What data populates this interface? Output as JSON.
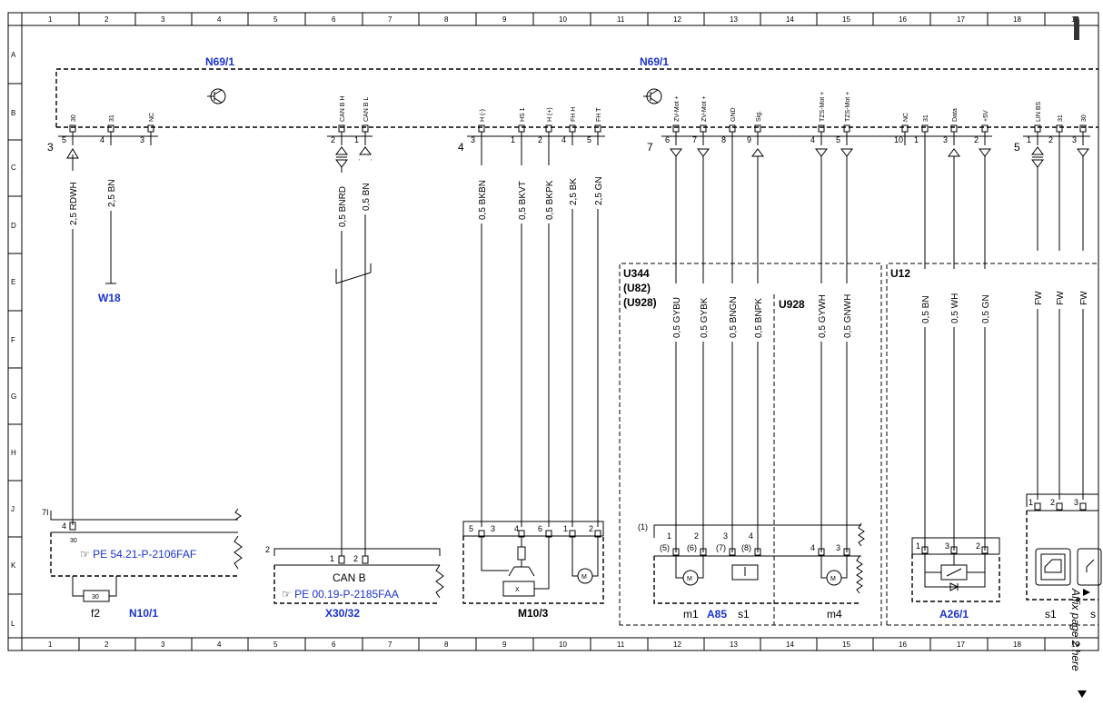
{
  "grid": {
    "columns": [
      "1",
      "2",
      "3",
      "4",
      "5",
      "6",
      "7",
      "8",
      "9",
      "10",
      "11",
      "12",
      "13",
      "14",
      "15",
      "16",
      "17",
      "18",
      "19"
    ],
    "rows": [
      "A",
      "B",
      "C",
      "D",
      "E",
      "F",
      "G",
      "H",
      "J",
      "K",
      "L"
    ]
  },
  "module": {
    "label_left": "N69/1",
    "label_right": "N69/1",
    "conn3_num": "3",
    "conn4_num": "4",
    "conn7_num": "7",
    "conn5_num": "5"
  },
  "connector3": {
    "signals": [
      "30",
      "31",
      "NC"
    ],
    "pins": [
      "5",
      "4",
      "3"
    ]
  },
  "can_pins": {
    "signals": [
      "CAN B H",
      "CAN B L"
    ],
    "pins": [
      "2",
      "1"
    ]
  },
  "connector4": {
    "signals": [
      "H (-)",
      "HS 1",
      "H (+)",
      "FH H",
      "FH T"
    ],
    "pins": [
      "3",
      "1",
      "2",
      "4",
      "5"
    ]
  },
  "connector7": {
    "signals": [
      "ZV-Mot +",
      "ZV-Mot +",
      "GND",
      "Sig.",
      "TZS-Mot +",
      "TZS-Mot +",
      "NC",
      "31",
      "Data",
      "+5V"
    ],
    "pins": [
      "6",
      "7",
      "8",
      "9",
      "4",
      "5",
      "10",
      "1",
      "3",
      "2"
    ]
  },
  "connector5": {
    "signals": [
      "LIN BS",
      "31",
      "30"
    ],
    "pins": [
      "1",
      "2",
      "3"
    ]
  },
  "wires": {
    "w1": "2,5 RDWH",
    "w2": "2,5 BN",
    "w3": "0,5 BNRD",
    "w4": "0,5 BN",
    "w5": "0,5 BKBN",
    "w6": "0,5 BKVT",
    "w7": "0,5 BKPK",
    "w8": "2,5 BK",
    "w9": "2,5 GN",
    "w10": "0,5 GYBU",
    "w11": "0,5 GYBK",
    "w12": "0,5 BNGN",
    "w13": "0,5 BNPK",
    "w14": "0,5 GYWH",
    "w15": "0,5 GNWH",
    "w16": "0,5 BN",
    "w17": "0,5 WH",
    "w18": "0,5 GN",
    "w19": "FW",
    "w20": "FW",
    "w21": "FW"
  },
  "w18_label": "W18",
  "u344": {
    "line1": "U344",
    "line2": "(U82)",
    "line3": "(U928)"
  },
  "u928": "U928",
  "u12": "U12",
  "n10": {
    "conn": "7I",
    "pin": "4",
    "pin_sig": "30",
    "ref": "PE 54.21-P-2106FAF",
    "fuse": "30",
    "fuse_label": "f2",
    "label": "N10/1"
  },
  "x30": {
    "conn": "2",
    "pins": [
      "1",
      "2"
    ],
    "title": "CAN B",
    "ref": "PE 00.19-P-2185FAA",
    "label": "X30/32"
  },
  "m10": {
    "pins": [
      "5",
      "3",
      "4",
      "6",
      "1",
      "2"
    ],
    "x_mark": "X",
    "motor": "M",
    "label": "M10/3"
  },
  "a85": {
    "conn": "(1)",
    "pins": [
      "1",
      "2",
      "3",
      "4"
    ],
    "pins_alt": [
      "(5)",
      "(6)",
      "(7)",
      "(8)"
    ],
    "m4_pins": [
      "4",
      "3"
    ],
    "motor": "M",
    "m1": "m1",
    "label": "A85",
    "s1": "s1",
    "m4": "m4"
  },
  "a26": {
    "pins": [
      "1",
      "3",
      "2"
    ],
    "label": "A26/1"
  },
  "right_conn": {
    "pins": [
      "1",
      "2",
      "3"
    ],
    "s1": "s1",
    "s_cut": "s"
  },
  "affix": "Affix page 2 here"
}
